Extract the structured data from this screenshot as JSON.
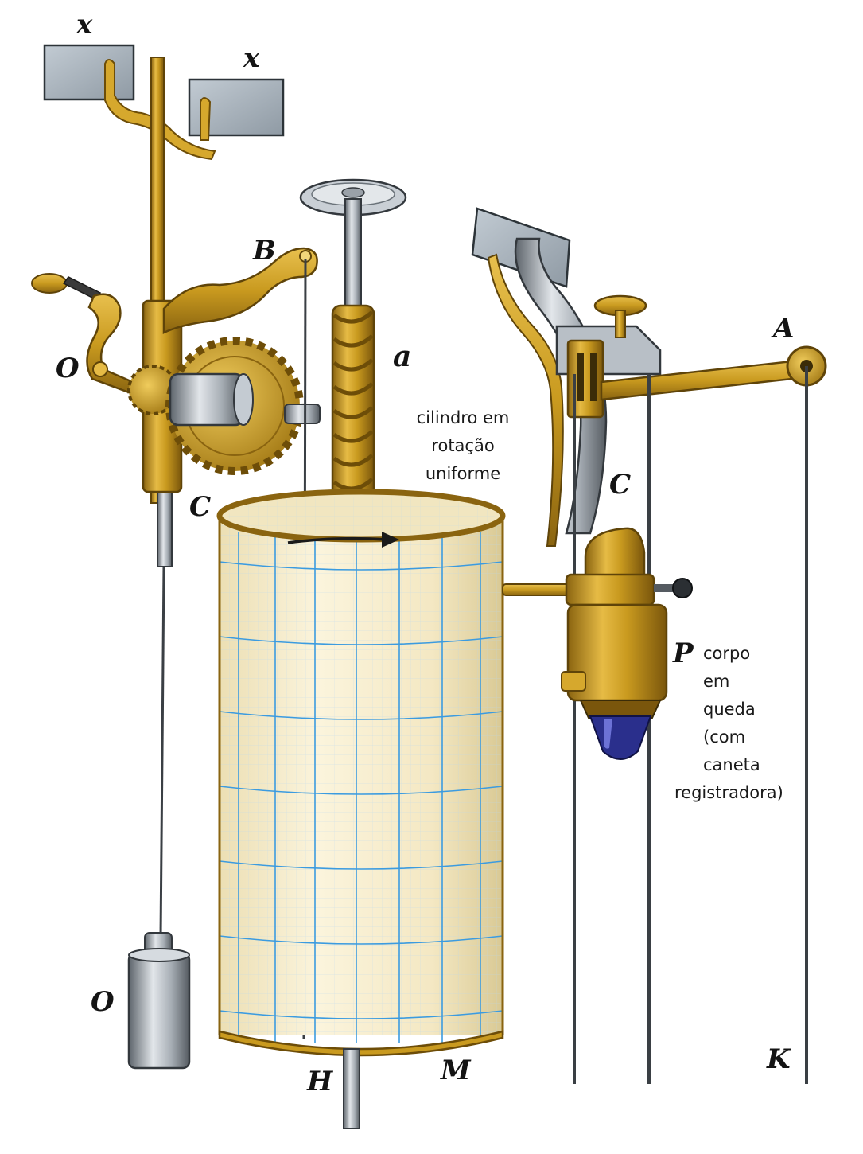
{
  "labels": {
    "x_left": "x",
    "x_right": "x",
    "B": "B",
    "O_upper": "O",
    "C_left": "C",
    "a": "a",
    "A": "A",
    "C_right": "C",
    "P": "P",
    "O_lower": "O",
    "M": "M",
    "H": "H",
    "K": "K"
  },
  "captions": {
    "cylinder": [
      "cilindro em",
      "rotação",
      "uniforme"
    ],
    "falling_body": [
      "corpo",
      "em",
      "queda",
      "(com",
      "caneta",
      "registradora)"
    ]
  },
  "colors": {
    "brass": "#c99a1f",
    "brass_dark": "#8a6410",
    "steel": "#9aa1a8",
    "paper": "#f6ecc9",
    "grid_line": "#3b9be0",
    "pen_tip": "#2a2f8c"
  }
}
